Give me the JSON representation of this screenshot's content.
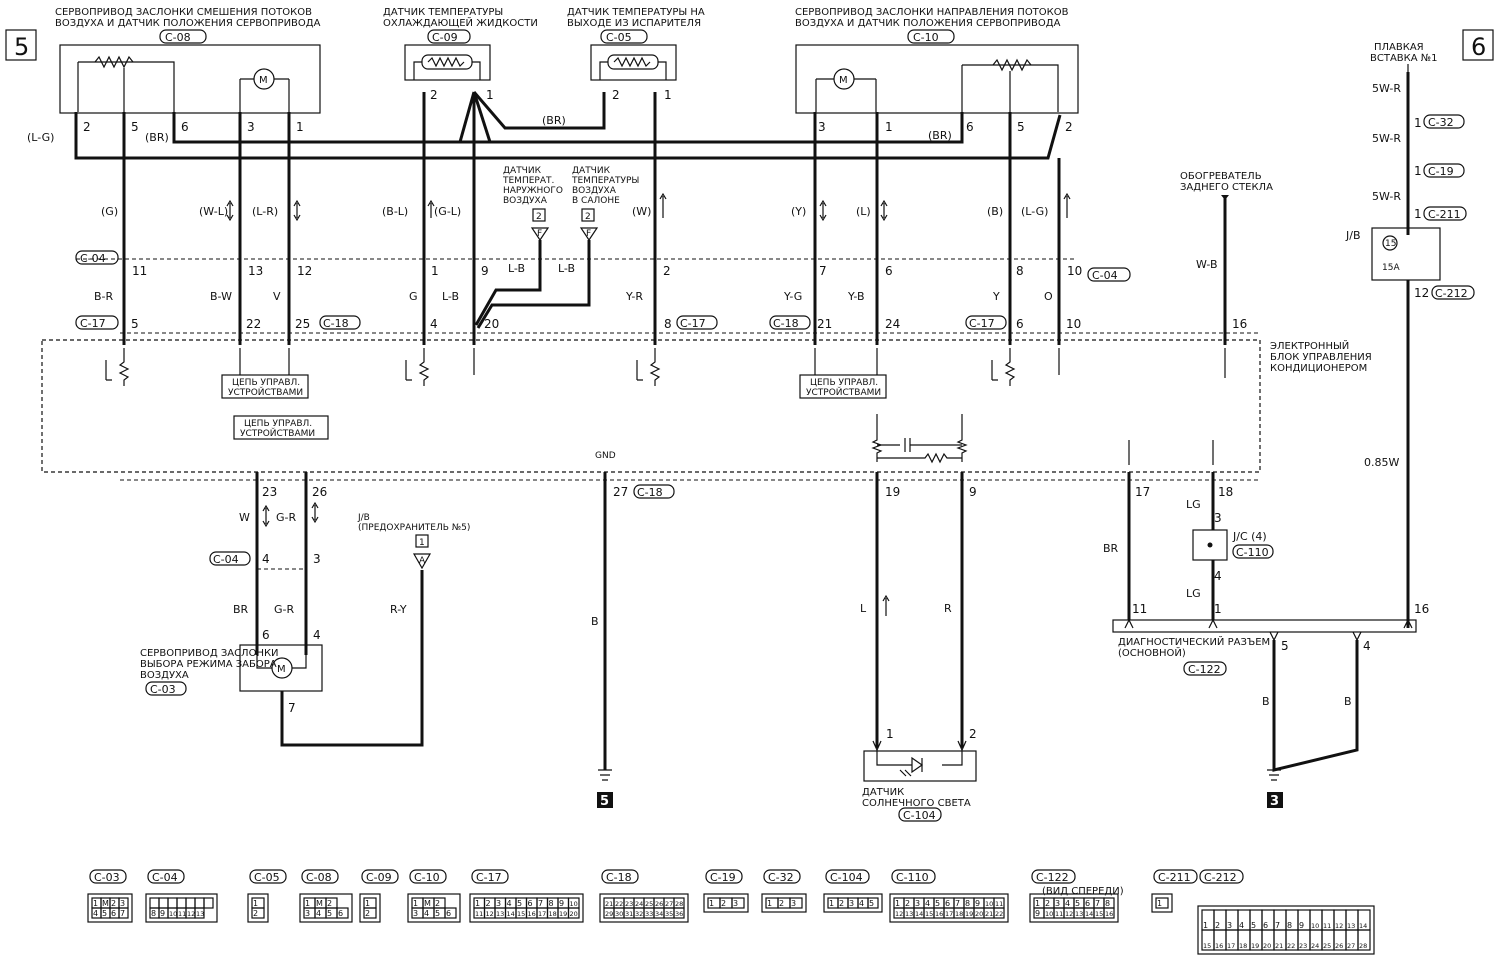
{
  "page_markers": {
    "left": "5",
    "right": "6"
  },
  "top_components": {
    "mix_servo": {
      "line1": "СЕРВОПРИВОД ЗАСЛОНКИ СМЕШЕНИЯ ПОТОКОВ",
      "line2": "ВОЗДУХА И ДАТЧИК ПОЛОЖЕНИЯ СЕРВОПРИВОДА",
      "connector": "C-08"
    },
    "coolant_sensor": {
      "line1": "ДАТЧИК ТЕМПЕРАТУРЫ",
      "line2": "ОХЛАЖДАЮЩЕЙ ЖИДКОСТИ",
      "connector": "C-09"
    },
    "evap_sensor": {
      "line1": "ДАТЧИК ТЕМПЕРАТУРЫ НА",
      "line2": "ВЫХОДЕ ИЗ ИСПАРИТЕЛЯ",
      "connector": "C-05"
    },
    "direction_servo": {
      "line1": "СЕРВОПРИВОД ЗАСЛОНКИ НАПРАВЛЕНИЯ ПОТОКОВ",
      "line2": "ВОЗДУХА И ДАТЧИК ПОЛОЖЕНИЯ СЕРВОПРИВОДА",
      "connector": "C-10"
    },
    "fuse": {
      "line1": "ПЛАВКАЯ",
      "line2": "ВСТАВКА №1"
    }
  },
  "pins": {
    "c08": [
      "2",
      "5",
      "6",
      "3",
      "1"
    ],
    "c09": [
      "2",
      "1"
    ],
    "c05": [
      "2",
      "1"
    ],
    "c10": [
      "3",
      "1",
      "6",
      "5",
      "2"
    ]
  },
  "wire_labels": {
    "lg": "(L-G)",
    "br": "(BR)",
    "g": "(G)",
    "wl": "(W-L)",
    "lr": "(L-R)",
    "bl": "(B-L)",
    "gl": "(G-L)",
    "w": "(W)",
    "y": "(Y)",
    "l": "(L)",
    "b": "(B)",
    "lg2": "(L-G)",
    "br2": "(BR)",
    "br_mid": "(BR)",
    "b_r": "B-R",
    "b_w": "B-W",
    "v": "V",
    "g_": "G",
    "l_b": "L-B",
    "l_b2": "L-B",
    "l_b3": "L-B",
    "y_r": "Y-R",
    "y_g": "Y-G",
    "y_b": "Y-B",
    "y_": "Y",
    "o": "O",
    "w_b": "W-B",
    "fw1": "5W-R",
    "fw2": "5W-R",
    "fw3": "5W-R",
    "w085": "0.85W"
  },
  "sensors": {
    "outside": {
      "line1": "ДАТЧИК",
      "line2": "ТЕМПЕРАТ.",
      "line3": "НАРУЖНОГО",
      "line4": "ВОЗДУХА",
      "tag": "2",
      "pin": "F"
    },
    "cabin": {
      "line1": "ДАТЧИК",
      "line2": "ТЕМПЕРАТУРЫ",
      "line3": "ВОЗДУХА",
      "line4": "В САЛОНЕ",
      "tag": "2",
      "pin": "F"
    }
  },
  "rear_heater": {
    "line1": "ОБОГРЕВАТЕЛЬ",
    "line2": "ЗАДНЕГО СТЕКЛА"
  },
  "c04_row": {
    "connector": "C-04",
    "pins": [
      "11",
      "13",
      "12",
      "1",
      "9",
      "2",
      "7",
      "6",
      "8",
      "10"
    ],
    "connector_right": "C-04"
  },
  "ecu_pins": {
    "c17a": "C-17",
    "p5": "5",
    "p22": "22",
    "p25": "25",
    "c18a": "C-18",
    "p4": "4",
    "p20": "20",
    "p8": "8",
    "c17b": "C-17",
    "c18b": "C-18",
    "p21": "21",
    "p24": "24",
    "c17c": "C-17",
    "p6": "6",
    "p10": "10",
    "p16": "16",
    "p12": "12",
    "c212": "C-212"
  },
  "jb": {
    "label": "J/B",
    "fuse_no": "15",
    "fuse_amp": "15A"
  },
  "fuse_chain": {
    "c32": "C-32",
    "c19": "C-19",
    "c211": "C-211",
    "p1a": "1",
    "p1b": "1",
    "p1c": "1"
  },
  "ecu": {
    "line1": "ЭЛЕКТРОННЫЙ",
    "line2": "БЛОК УПРАВЛЕНИЯ",
    "line3": "КОНДИЦИОНЕРОМ",
    "ctrl1_line1": "ЦЕПЬ УПРАВЛ.",
    "ctrl1_line2": "УСТРОЙСТВАМИ",
    "ctrl2_line1": "ЦЕПЬ УПРАВЛ.",
    "ctrl2_line2": "УСТРОЙСТВАМИ",
    "ctrl3_line1": "ЦЕПЬ УПРАВЛ.",
    "ctrl3_line2": "УСТРОЙСТВАМИ",
    "gnd": "GND"
  },
  "bottom_pins": {
    "p23": "23",
    "p26": "26",
    "p27": "27",
    "c18": "C-18",
    "p19": "19",
    "p9": "9",
    "p17": "17",
    "p18": "18"
  },
  "lower": {
    "w": "W",
    "gr": "G-R",
    "c04": "C-04",
    "p4": "4",
    "p3": "3",
    "br": "BR",
    "gr2": "G-R",
    "p6": "6",
    "p4b": "4",
    "jb5_line1": "J/B",
    "jb5_line2": "(ПРЕДОХРАНИТЕЛЬ №5)",
    "jb5_tag": "1",
    "jb5_pin": "A",
    "ry": "R-Y",
    "intake_line1": "СЕРВОПРИВОД ЗАСЛОНКИ",
    "intake_line2": "ВЫБОРА РЕЖИМА ЗАБОРА",
    "intake_line3": "ВОЗДУХА",
    "intake_conn": "C-03",
    "p7": "7",
    "b": "B",
    "gnd5": "5",
    "l": "L",
    "r": "R",
    "p1": "1",
    "p2": "2",
    "sun_line1": "ДАТЧИК",
    "sun_line2": "СОЛНЕЧНОГО СВЕТА",
    "sun_conn": "C-104",
    "br2": "BR",
    "lg": "LG",
    "lg2": "LG",
    "p3b": "3",
    "p4c": "4",
    "jc": "J/C (4)",
    "jc_conn": "C-110",
    "p11": "11",
    "p1c": "1",
    "p16": "16",
    "diag_line1": "ДИАГНОСТИЧЕСКИЙ РАЗЪЕМ",
    "diag_line2": "(ОСНОВНОЙ)",
    "diag_conn": "C-122",
    "p5b": "5",
    "p4d": "4",
    "b1": "B",
    "b2": "B",
    "gnd3": "3"
  },
  "legend": [
    {
      "id": "C-03",
      "rows": [
        [
          "1",
          "M",
          "2",
          "3"
        ],
        [
          "4",
          "5",
          "6",
          "7"
        ]
      ]
    },
    {
      "id": "C-04",
      "rows": [
        [
          "",
          "",
          "",
          "",
          "",
          "",
          ""
        ],
        [
          "8",
          "9",
          "10",
          "11",
          "12",
          "13"
        ]
      ]
    },
    {
      "id": "C-05",
      "rows": [
        [
          "1"
        ],
        [
          "2"
        ]
      ]
    },
    {
      "id": "C-08",
      "rows": [
        [
          "1",
          "M",
          "2"
        ],
        [
          "3",
          "4",
          "5",
          "6"
        ]
      ]
    },
    {
      "id": "C-09",
      "rows": [
        [
          "1"
        ],
        [
          "2"
        ]
      ]
    },
    {
      "id": "C-10",
      "rows": [
        [
          "1",
          "M",
          "2"
        ],
        [
          "3",
          "4",
          "5",
          "6"
        ]
      ]
    },
    {
      "id": "C-17",
      "rows": [
        [
          "1",
          "2",
          "3",
          "4",
          "5",
          "6",
          "7",
          "8",
          "9",
          "10"
        ],
        [
          "11",
          "12",
          "13",
          "14",
          "15",
          "16",
          "17",
          "18",
          "19",
          "20"
        ]
      ]
    },
    {
      "id": "C-18",
      "rows": [
        [
          "21",
          "22",
          "23",
          "24",
          "25",
          "26",
          "27",
          "28"
        ],
        [
          "29",
          "30",
          "31",
          "32",
          "33",
          "34",
          "35",
          "36"
        ]
      ]
    },
    {
      "id": "C-19",
      "rows": [
        [
          "1",
          "2",
          "3"
        ]
      ]
    },
    {
      "id": "C-32",
      "rows": [
        [
          "1",
          "2",
          "3"
        ]
      ]
    },
    {
      "id": "C-104",
      "rows": [
        [
          "1",
          "2",
          "3",
          "4",
          "5"
        ]
      ]
    },
    {
      "id": "C-110",
      "rows": [
        [
          "1",
          "2",
          "3",
          "4",
          "5",
          "6",
          "7",
          "8",
          "9",
          "10",
          "11"
        ],
        [
          "12",
          "13",
          "14",
          "15",
          "16",
          "17",
          "18",
          "19",
          "20",
          "21",
          "22"
        ]
      ]
    },
    {
      "id": "C-122",
      "caption": "(ВИД СПЕРЕДИ)",
      "rows": [
        [
          "1",
          "2",
          "3",
          "4",
          "5",
          "6",
          "7",
          "8"
        ],
        [
          "9",
          "10",
          "11",
          "12",
          "13",
          "14",
          "15",
          "16"
        ]
      ]
    },
    {
      "id": "C-211",
      "rows": [
        [
          "1"
        ]
      ]
    },
    {
      "id": "C-212",
      "rows": [
        [
          "1",
          "2",
          "3",
          "4",
          "5",
          "6",
          "7",
          "8",
          "9",
          "10",
          "11",
          "12",
          "13",
          "14"
        ],
        [
          "15",
          "16",
          "17",
          "18",
          "19",
          "20",
          "21",
          "22",
          "23",
          "24",
          "25",
          "26",
          "27",
          "28"
        ]
      ]
    }
  ]
}
